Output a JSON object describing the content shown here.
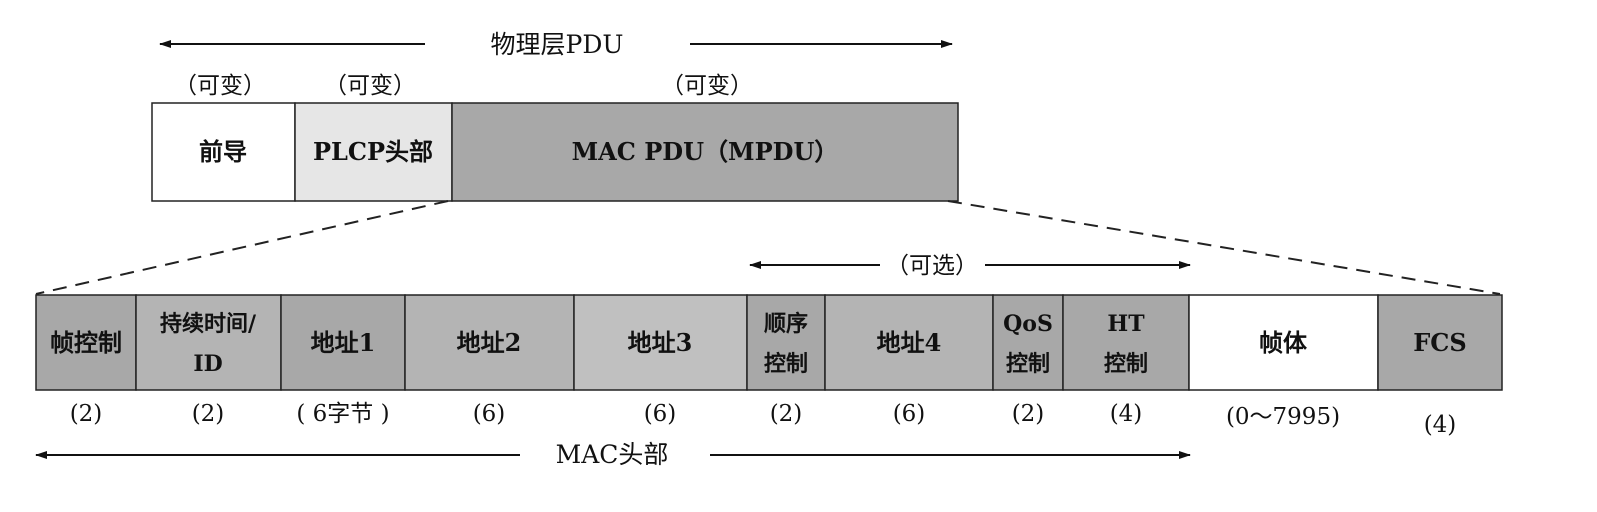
{
  "physical_layer": {
    "title": "物理层PDU",
    "fields": [
      {
        "label": "前导",
        "size": "（可变）"
      },
      {
        "label": "PLCP头部",
        "size": "（可变）"
      },
      {
        "label": "MAC PDU（MPDU）",
        "size": "（可变）"
      }
    ]
  },
  "optional_label": "（可选）",
  "mac_frame": {
    "fields": [
      {
        "line1": "帧控制",
        "line2": "",
        "size": "(2)"
      },
      {
        "line1": "持续时间/",
        "line2": "ID",
        "size": "(2)"
      },
      {
        "line1": "地址1",
        "line2": "",
        "size": "( 6字节 )"
      },
      {
        "line1": "地址2",
        "line2": "",
        "size": "(6)"
      },
      {
        "line1": "地址3",
        "line2": "",
        "size": "(6)"
      },
      {
        "line1": "顺序",
        "line2": "控制",
        "size": "(2)"
      },
      {
        "line1": "地址4",
        "line2": "",
        "size": "(6)"
      },
      {
        "line1": "QoS",
        "line2": "控制",
        "size": "(2)"
      },
      {
        "line1": "HT",
        "line2": "控制",
        "size": "(4)"
      },
      {
        "line1": "帧体",
        "line2": "",
        "size": "(0～7995)"
      },
      {
        "line1": "FCS",
        "line2": "",
        "size": "(4)"
      }
    ],
    "header_label": "MAC头部"
  },
  "colors": {
    "white_fill": "#ffffff",
    "light_gray": "#e6e6e6",
    "medium_gray": "#c4c4c4",
    "dark_gray": "#a8a8a8",
    "stroke": "#222222"
  }
}
